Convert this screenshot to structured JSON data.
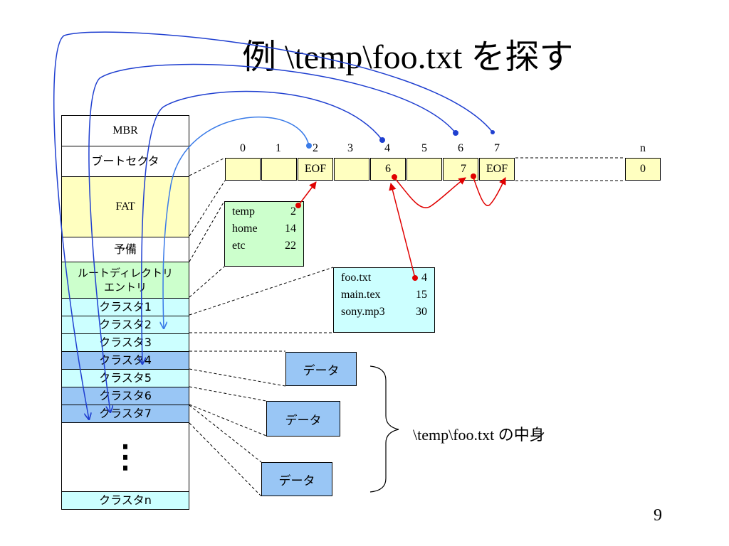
{
  "title": {
    "prefix": "例",
    "path": " \\temp\\foo.txt ",
    "suffix": "を探す"
  },
  "page_number": "9",
  "disk": {
    "mbr": "MBR",
    "boot_sector": "ブートセクタ",
    "fat": "FAT",
    "reserved": "予備",
    "root_line1": "ルートディレクトリ",
    "root_line2": "エントリ",
    "cluster1": "クラスタ1",
    "cluster2": "クラスタ2",
    "cluster3": "クラスタ3",
    "cluster4": "クラスタ4",
    "cluster5": "クラスタ5",
    "cluster6": "クラスタ6",
    "cluster7": "クラスタ7",
    "ellipsis": "⋮",
    "clustern": "クラスタn"
  },
  "fat_table": {
    "indices": [
      "0",
      "1",
      "2",
      "3",
      "4",
      "5",
      "6",
      "7",
      "n"
    ],
    "cells": [
      "",
      "",
      "EOF",
      "",
      "6",
      "",
      "7",
      "EOF",
      "0"
    ]
  },
  "root_dir": {
    "rows": [
      {
        "name": "temp",
        "cluster": "2"
      },
      {
        "name": "home",
        "cluster": "14"
      },
      {
        "name": "etc",
        "cluster": "22"
      }
    ]
  },
  "temp_dir": {
    "rows": [
      {
        "name": "foo.txt",
        "cluster": "4"
      },
      {
        "name": "main.tex",
        "cluster": "15"
      },
      {
        "name": "sony.mp3",
        "cluster": "30"
      }
    ]
  },
  "data_blocks": [
    "データ",
    "データ",
    "データ"
  ],
  "contents_label": {
    "path": "\\temp\\foo.txt ",
    "suffix": "の中身"
  },
  "colors": {
    "fat_yellow": "#ffffc0",
    "root_green": "#ccffcc",
    "cluster_cyan": "#ccffff",
    "cluster_blue": "#99c6f5",
    "arrow_blue": "#1f3fd0",
    "arrow_red": "#e00000"
  }
}
